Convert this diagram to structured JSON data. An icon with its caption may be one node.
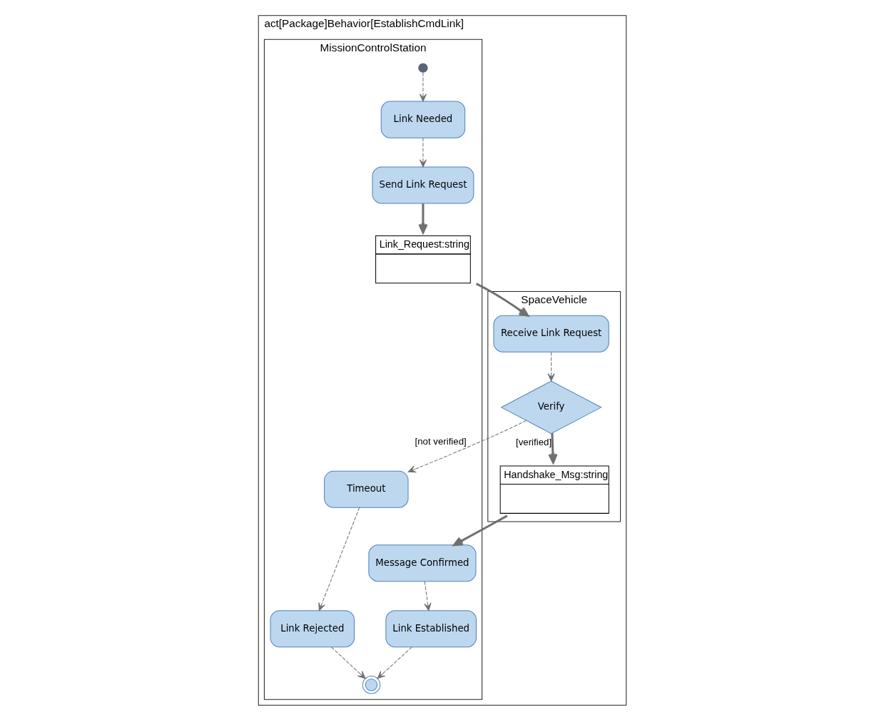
{
  "diagram": {
    "nodes": [
      {
        "text": [
          "act[Package]Behavior[EstablishCmdLink]"
        ]
      },
      {
        "text": [
          "MissionControlStation"
        ],
        "in": 0
      },
      {
        "text": [
          "SpaceVehicle"
        ],
        "in": 0
      },
      {
        "text": [],
        "shape": "circle",
        "in": 1
      },
      {
        "text": [
          "Link Needed"
        ],
        "in": 1
      },
      {
        "text": [
          "Send Link Request"
        ],
        "in": 1
      },
      {
        "text": [
          "Link_Request:string"
        ],
        "in": 1
      },
      {
        "text": [
          "Receive Link Request"
        ],
        "in": 2
      },
      {
        "text": [
          "Verify"
        ],
        "in": 2
      },
      {
        "text": [
          "Timeout"
        ],
        "in": 1
      },
      {
        "text": [
          "Link Rejected"
        ],
        "in": 1
      },
      {
        "text": [
          "Handshake_Msg:string"
        ],
        "in": 2
      },
      {
        "text": [
          "Message Confirmed"
        ],
        "in": 1
      },
      {
        "text": [
          "Link Established"
        ],
        "in": 1
      },
      {
        "text": [],
        "shape": "circle",
        "in": 1
      }
    ],
    "edges": [
      {
        "from": 3,
        "to": 4,
        "arrow": "to",
        "style": "dashed"
      },
      {
        "from": 4,
        "to": 5,
        "arrow": "to",
        "style": "dashed"
      },
      {
        "from": 5,
        "to": 6,
        "arrow": "to",
        "style": "thick"
      },
      {
        "from": 6,
        "to": 7,
        "arrow": "to",
        "style": "thick"
      },
      {
        "from": 7,
        "to": 8,
        "arrow": "to",
        "style": "dashed"
      },
      {
        "from": 8,
        "to": 9,
        "arrow": "to",
        "style": "dashed",
        "label": "[not verified]"
      },
      {
        "from": 8,
        "to": 11,
        "arrow": "to",
        "style": "thick",
        "label": "[verified]"
      },
      {
        "from": 9,
        "to": 10,
        "arrow": "to",
        "style": "dashed"
      },
      {
        "from": 11,
        "to": 12,
        "arrow": "to",
        "style": "thick"
      },
      {
        "from": 12,
        "to": 13,
        "arrow": "to",
        "style": "dashed"
      },
      {
        "from": 10,
        "to": 14,
        "arrow": "to",
        "style": "dashed"
      },
      {
        "from": 13,
        "to": 14,
        "arrow": "to",
        "style": "dashed"
      }
    ]
  }
}
